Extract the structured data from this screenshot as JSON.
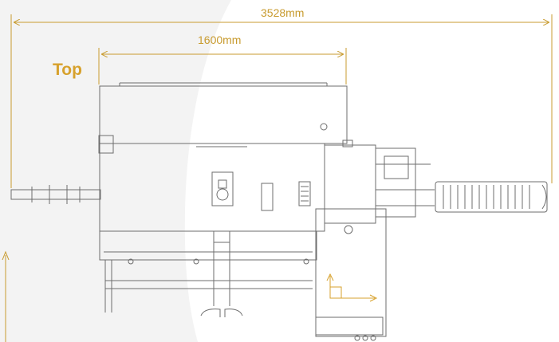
{
  "view_label": "Top",
  "dimensions": {
    "overall_width": "3528mm",
    "section_width": "1600mm"
  },
  "colors": {
    "dimension": "#c89b2f",
    "view_label": "#d7a12c",
    "line_art": "#6d6d6d",
    "background_tint": "#f3f3f3"
  }
}
